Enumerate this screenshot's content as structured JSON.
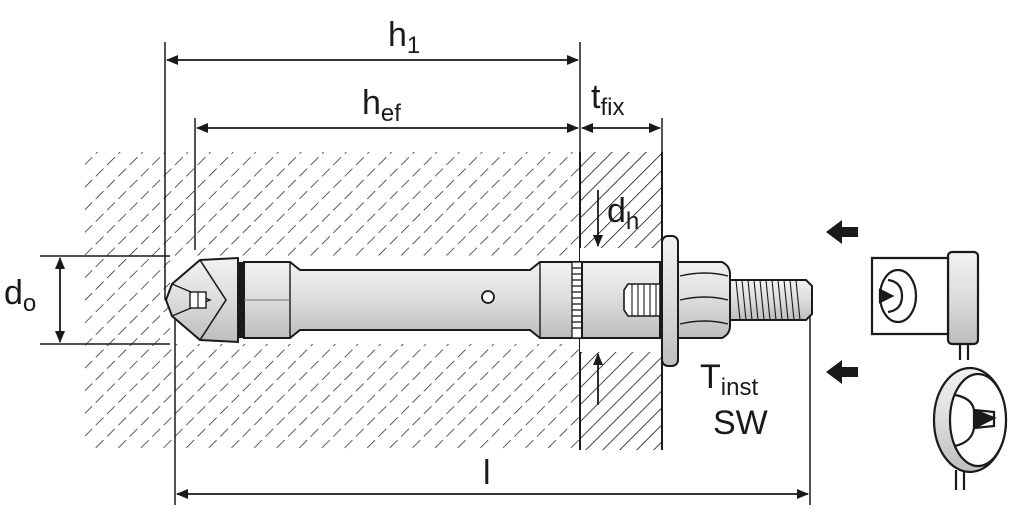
{
  "labels": {
    "h1": {
      "main": "h",
      "sub": "1"
    },
    "hef": {
      "main": "h",
      "sub": "ef"
    },
    "tfix": {
      "main": "t",
      "sub": "fix"
    },
    "dh": {
      "main": "d",
      "sub": "h"
    },
    "do": {
      "main": "d",
      "sub": "o"
    },
    "tinst": {
      "main": "T",
      "sub": "inst"
    },
    "sw": "SW",
    "l": "l"
  },
  "colors": {
    "ink": "#1a1a1a",
    "background": "#ffffff",
    "steel_light": "#e6e6e6",
    "steel_mid": "#cfcfcf",
    "steel_dark": "#9a9a9a"
  },
  "icons": [
    "arrow-left-icon",
    "socket-wrench-icon",
    "hex-socket-icon"
  ]
}
